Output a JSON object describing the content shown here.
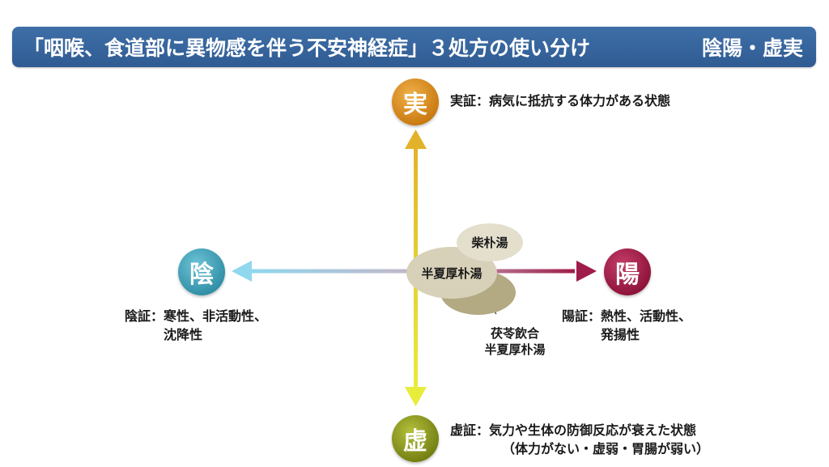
{
  "header": {
    "title": "「咽喉、食道部に異物感を伴う不安神経症」３処方の使い分け",
    "subtitle": "陰陽・虚実"
  },
  "poles": {
    "jitsu": {
      "label": "実",
      "desc": "実証：病気に抵抗する体力がある状態"
    },
    "kyo": {
      "label": "虚",
      "desc_line1": "虚証：気力や生体の防御反応が衰えた状態",
      "desc_line2": "（体力がない・虚弱・胃腸が弱い）"
    },
    "in": {
      "label": "陰",
      "desc_line1": "陰証：寒性、非活動性、",
      "desc_line2": "沈降性"
    },
    "yo": {
      "label": "陽",
      "desc_line1": "陽証：熱性、活動性、",
      "desc_line2": "発揚性"
    }
  },
  "formulas": {
    "saiboku": "柴朴湯",
    "hange": "半夏厚朴湯",
    "bukuryo_line1": "茯苓飲合",
    "bukuryo_line2": "半夏厚朴湯"
  },
  "colors": {
    "title_bar": "#3a67a0",
    "jitsu": "#d98b1a",
    "kyo": "#8a9620",
    "in": "#3f9fb6",
    "yo": "#a01d4a",
    "vertical_top": "#e2b32a",
    "vertical_bottom": "#e8ec3a",
    "horizontal_left": "#8fd8ee",
    "horizontal_right": "#9e1d4a"
  }
}
